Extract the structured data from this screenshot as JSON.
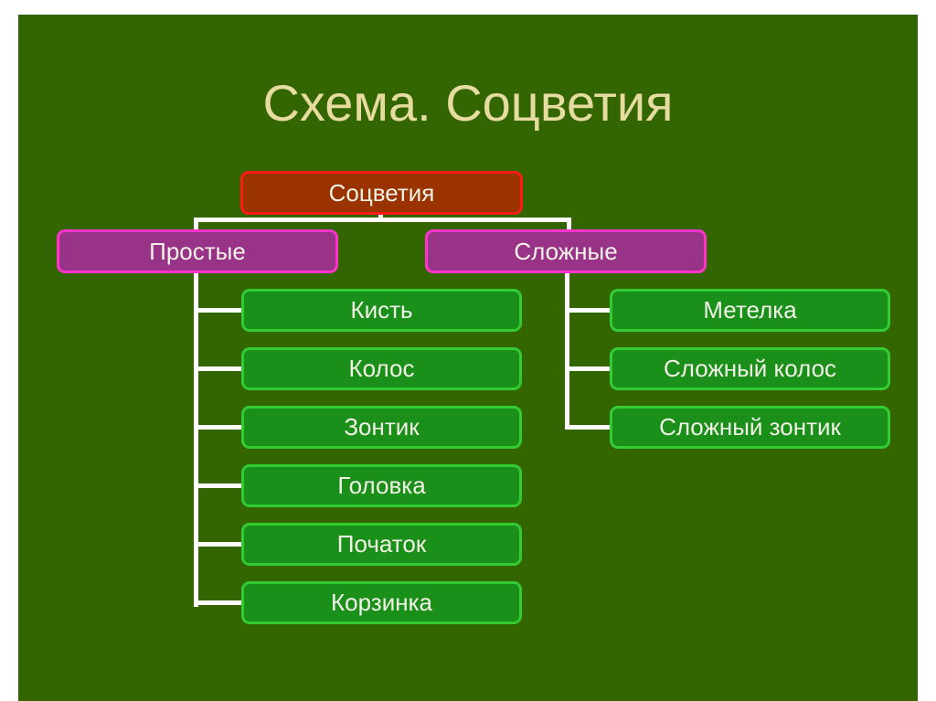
{
  "title": "Схема. Соцветия",
  "root": "Соцветия",
  "simple": {
    "label": "Простые",
    "items": [
      "Кисть",
      "Колос",
      "Зонтик",
      "Головка",
      "Початок",
      "Корзинка"
    ]
  },
  "complex": {
    "label": "Сложные",
    "items": [
      "Метелка",
      "Сложный колос",
      "Сложный зонтик"
    ]
  }
}
